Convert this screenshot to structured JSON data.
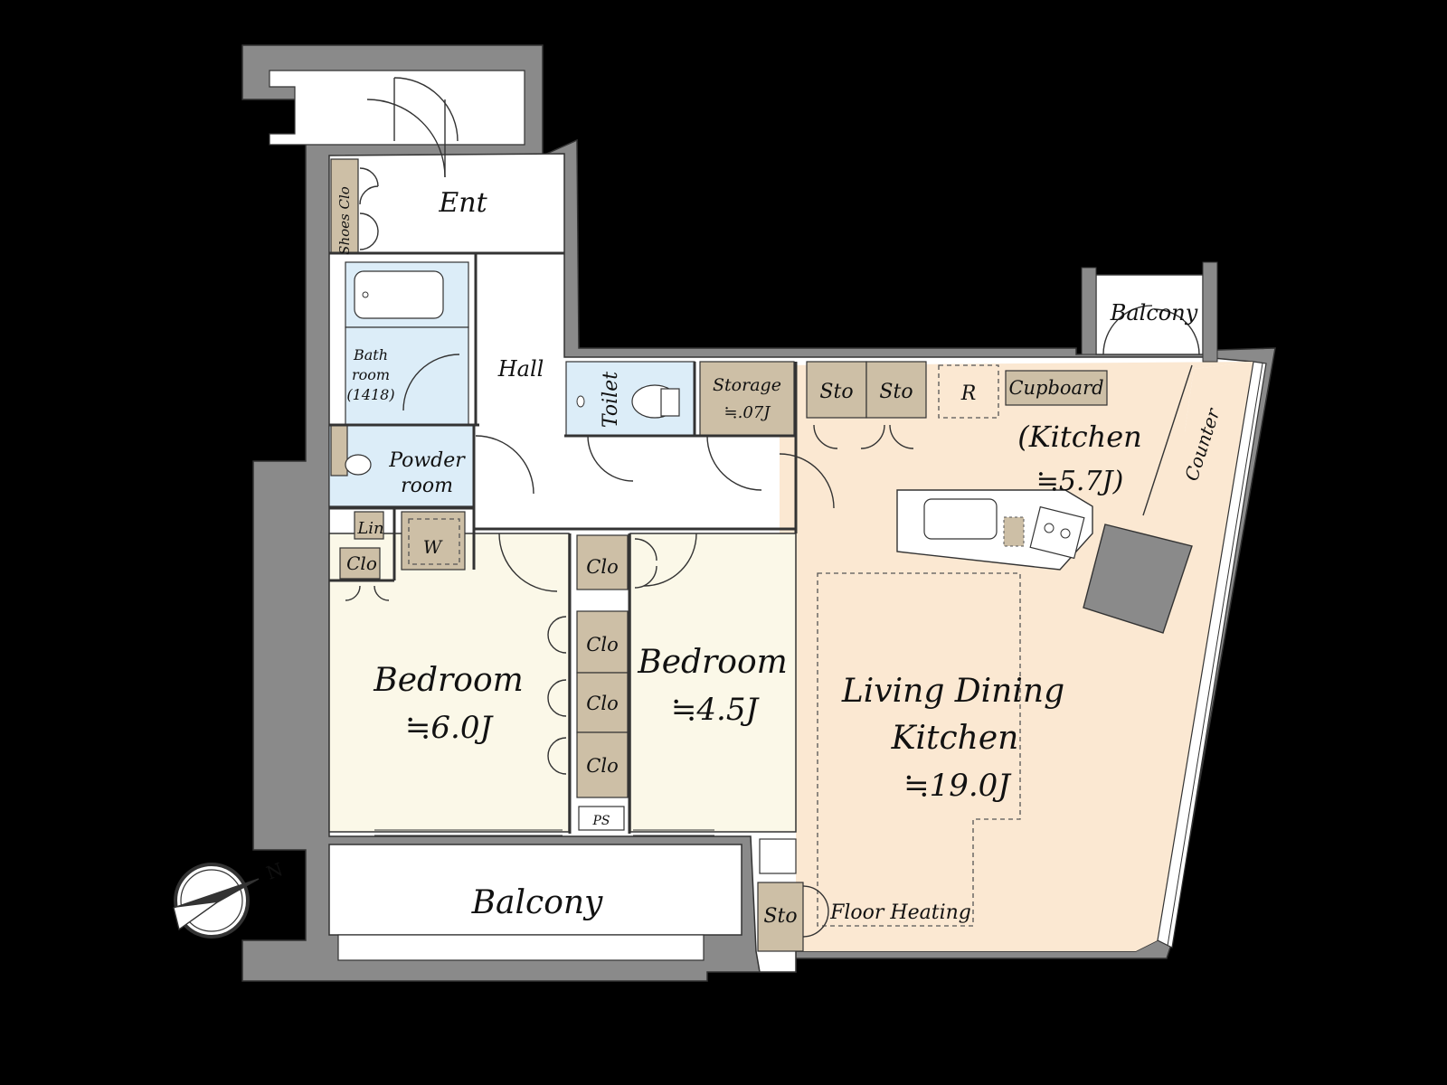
{
  "colors": {
    "background": "#000000",
    "wall": "#8a8a8a",
    "floor_white": "#ffffff",
    "bedroom": "#fbf8e8",
    "ldk": "#fbe8d2",
    "wet": "#dcedf8",
    "storage": "#cdbfa6"
  },
  "rooms": {
    "ent": "Ent",
    "shoes_clo": "Shoes Clo",
    "hall": "Hall",
    "bath_1": "Bath",
    "bath_2": "room",
    "bath_3": "(1418)",
    "powder_1": "Powder",
    "powder_2": "room",
    "toilet": "Toilet",
    "storage_1": "Storage",
    "storage_2": "≒.07J",
    "sto_1": "Sto",
    "sto_2": "Sto",
    "r": "R",
    "cupboard": "Cupboard",
    "kitchen_1": "(Kitchen",
    "kitchen_2": "≒5.7J)",
    "counter": "Counter",
    "balcony_small": "Balcony",
    "lin": "Lin",
    "w": "W",
    "clo_1": "Clo",
    "clo_2": "Clo",
    "clo_3": "Clo",
    "clo_4": "Clo",
    "clo_5": "Clo",
    "bed1_name": "Bedroom",
    "bed1_size": "≒6.0J",
    "bed2_name": "Bedroom",
    "bed2_size": "≒4.5J",
    "ldk_1": "Living Dining",
    "ldk_2": "Kitchen",
    "ldk_3": "≒19.0J",
    "ps": "PS",
    "sto_3": "Sto",
    "floor_heating": "Floor Heating",
    "balcony_main": "Balcony"
  },
  "compass": {
    "north": "N"
  }
}
